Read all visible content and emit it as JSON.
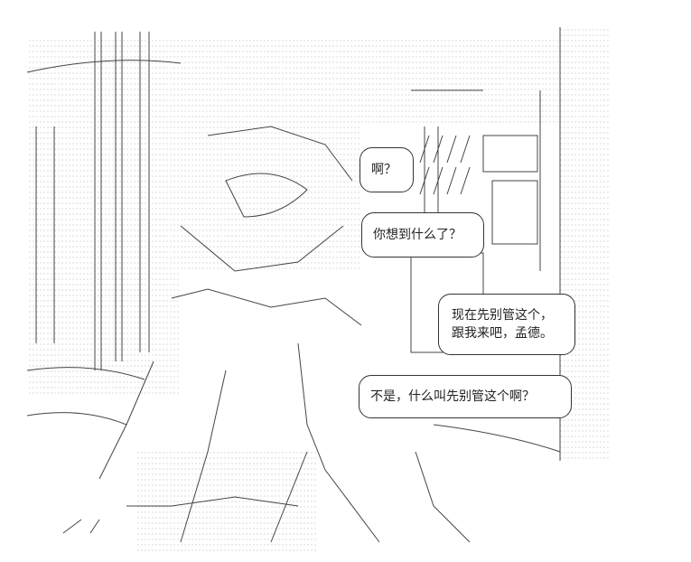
{
  "bubbles": [
    {
      "text": "啊？"
    },
    {
      "text": "你想到什么了？"
    },
    {
      "text": "现在先别管这个，\n跟我来吧，孟德。"
    },
    {
      "text": "不是，什么叫先别管这个啊？"
    }
  ],
  "colors": {
    "ink": "#333333",
    "background": "#ffffff",
    "dots": "#999999"
  }
}
